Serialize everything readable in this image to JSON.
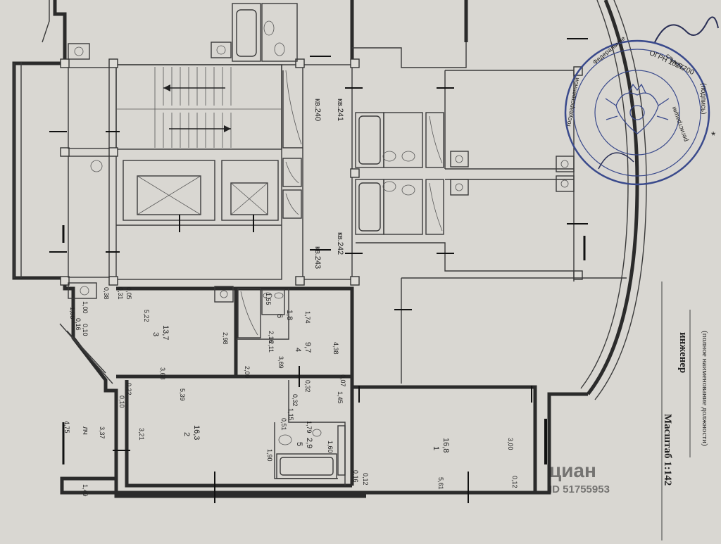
{
  "apartments": [
    {
      "id": "kv240",
      "label": "кв.240"
    },
    {
      "id": "kv241",
      "label": "кв.241"
    },
    {
      "id": "kv242",
      "label": "кв.242"
    },
    {
      "id": "kv243",
      "label": "кв.243"
    }
  ],
  "rooms": [
    {
      "id": "room1",
      "number": "1",
      "area": "16,8",
      "dims": [
        "3,00",
        "5,61"
      ]
    },
    {
      "id": "room2",
      "number": "2",
      "area": "16,3",
      "dims": [
        "5,39",
        "3,21",
        "1,90"
      ]
    },
    {
      "id": "room3",
      "number": "3",
      "area": "13,7",
      "dims": [
        "5,22",
        "2,98",
        "3,68"
      ]
    },
    {
      "id": "room4",
      "number": "4",
      "area": "9,7",
      "dims": [
        "4,38",
        "3,69",
        "1,74"
      ]
    },
    {
      "id": "room5",
      "number": "5",
      "area": "2,9",
      "dims": [
        "1,79",
        "1,60"
      ]
    },
    {
      "id": "room6",
      "number": "6",
      "area": "1,8",
      "dims": [
        "1,55",
        "2,16"
      ]
    },
    {
      "id": "balcony",
      "number": "лч",
      "dims": [
        "4,75",
        "3,37",
        "1,49"
      ]
    }
  ],
  "small_dims": [
    "0,31",
    "0,05",
    "0,38",
    "1,00",
    "0,16",
    "0,10",
    "1,55",
    "2,11",
    "2,09",
    "0,22",
    "0,10",
    "0,32",
    "0,32",
    "0,51",
    "1,15",
    "1,45",
    "0,07",
    "0,16",
    "0,12",
    "0,12"
  ],
  "footer": {
    "scale": "Масштаб 1:142",
    "position": "инженер",
    "position_caption": "(полное наименование должности)"
  },
  "stamp": {
    "ogrn": "ОГРН 1027700",
    "caption": "(подпись)",
    "star": "*"
  },
  "watermark": {
    "brand": "циан",
    "id": "ID 51755953"
  },
  "colors": {
    "paper": "#d9d7d2",
    "ink": "#2b2b2b",
    "stamp": "#3a4a8c"
  }
}
